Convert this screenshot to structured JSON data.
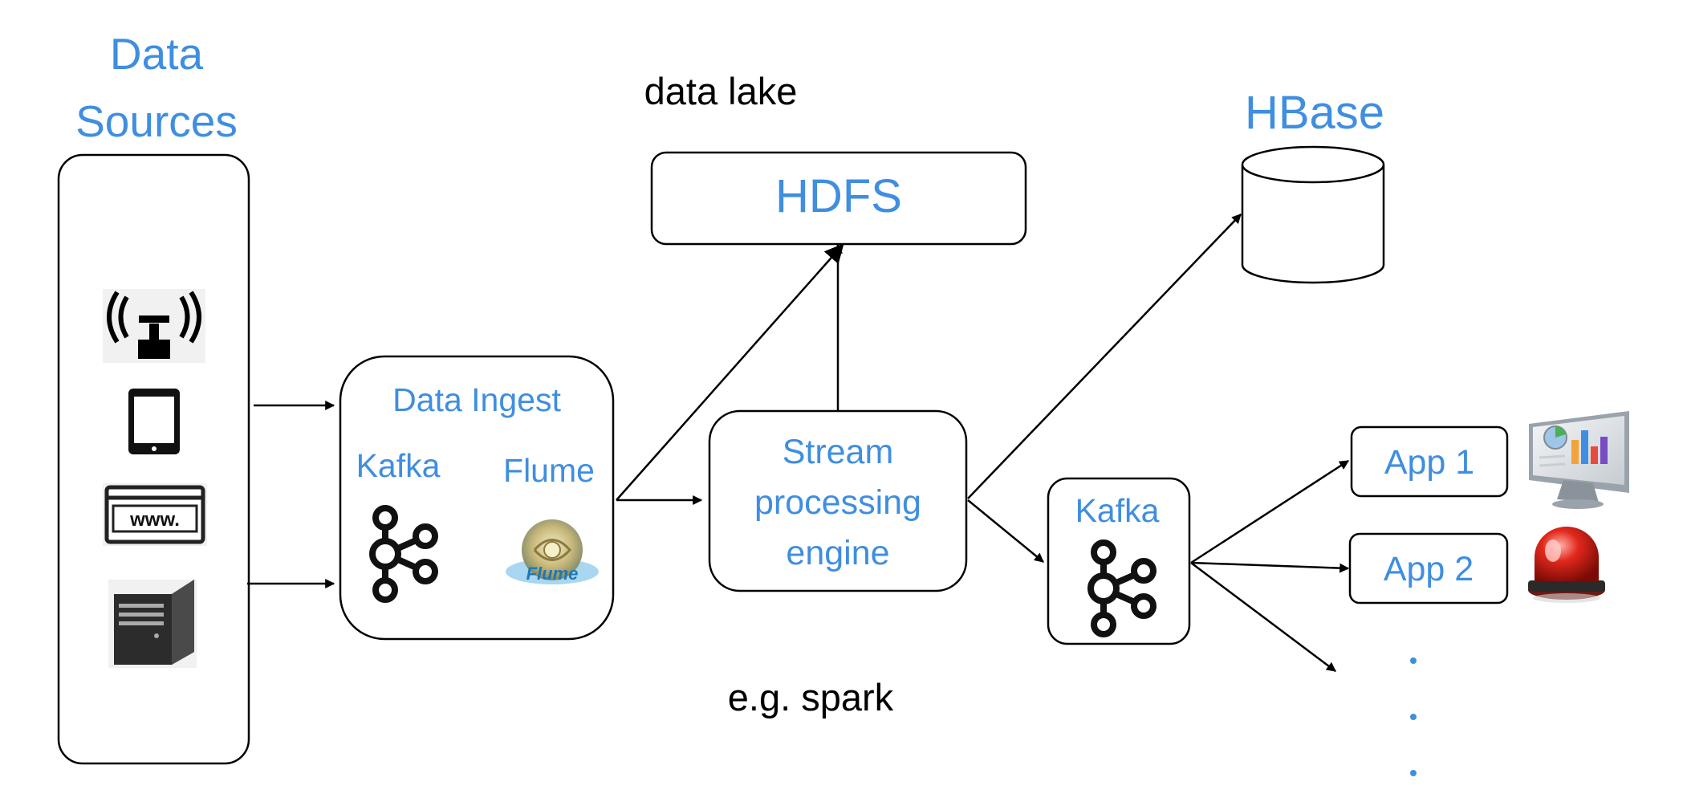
{
  "colors": {
    "accent_text": "#3f8ee0",
    "stroke": "#000000",
    "icon_dark": "#333333",
    "alert_red": "#d8261d"
  },
  "labels": {
    "data_sources_line1": "Data",
    "data_sources_line2": "Sources",
    "data_lake": "data lake",
    "hdfs": "HDFS",
    "hbase": "HBase",
    "data_ingest": "Data Ingest",
    "kafka_ingest": "Kafka",
    "flume": "Flume",
    "flume_logo_text": "Flume",
    "stream_line1": "Stream",
    "stream_line2": "processing",
    "stream_line3": "engine",
    "spark_note": "e.g. spark",
    "kafka_queue": "Kafka",
    "app1": "App 1",
    "app2": "App 2",
    "www": "www."
  },
  "icons": [
    "antenna-icon",
    "tablet-icon",
    "browser-www-icon",
    "server-icon",
    "kafka-logo-icon",
    "flume-logo-icon",
    "database-cylinder-icon",
    "dashboard-monitor-icon",
    "alarm-beacon-icon"
  ]
}
